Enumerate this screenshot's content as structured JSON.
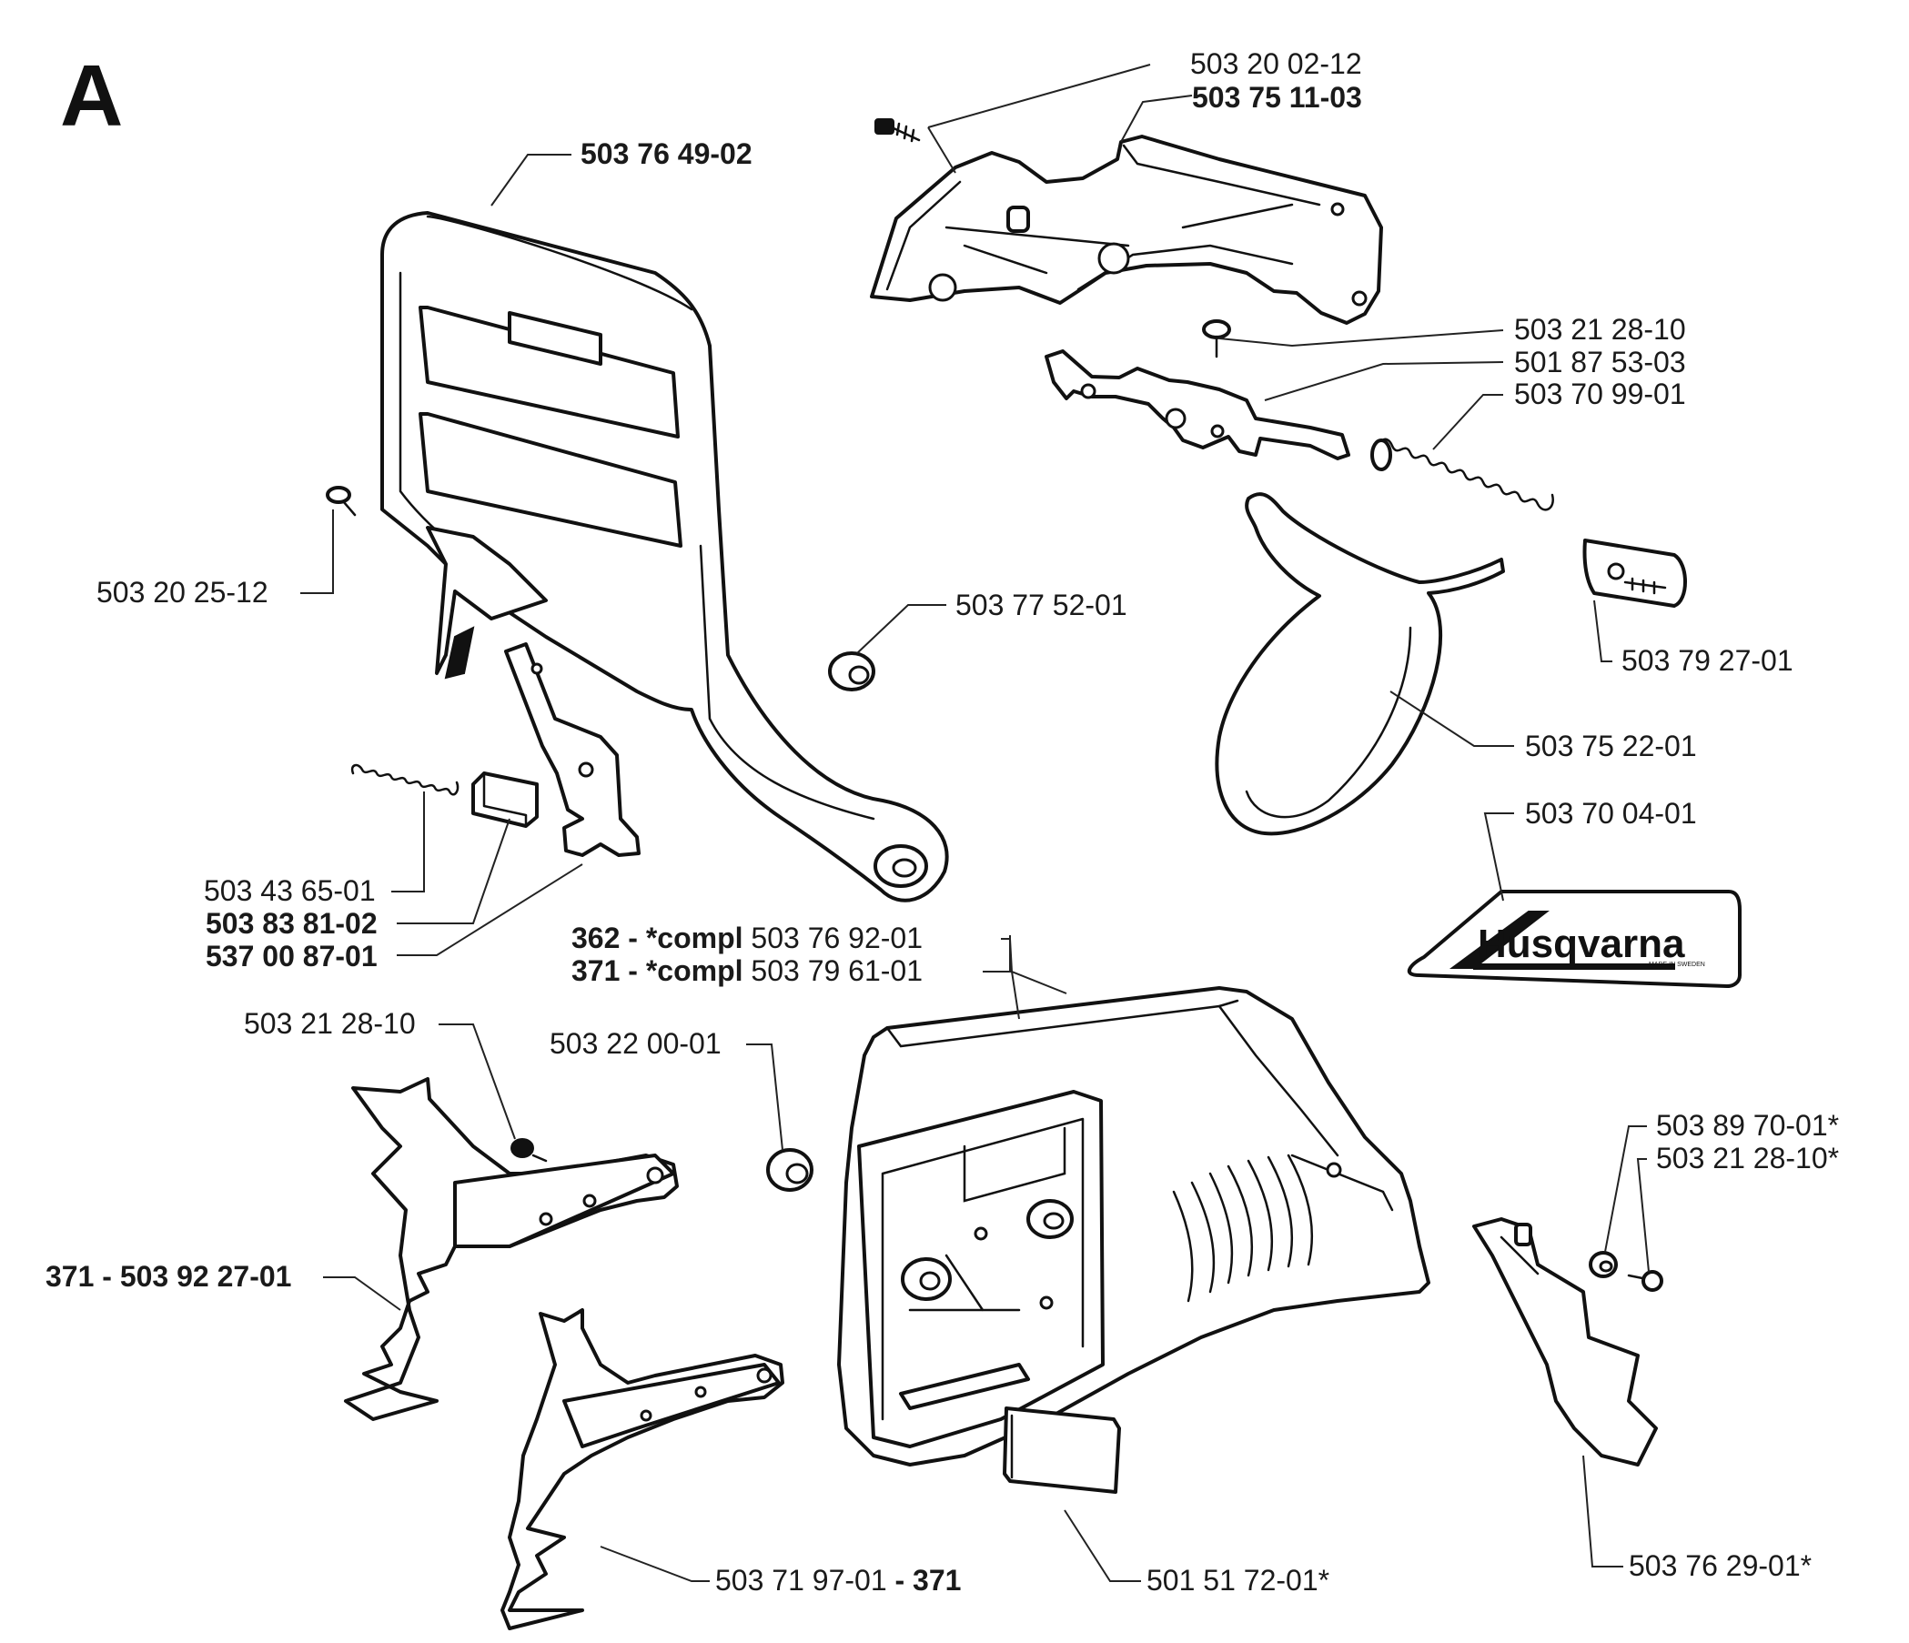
{
  "diagram": {
    "section_letter": "A",
    "labels": {
      "p503200212": "503 20 02-12",
      "p503751103": "503 75 11-03",
      "p503764902": "503 76 49-02",
      "p503212810_top": "503 21 28-10",
      "p501875303": "501 87 53-03",
      "p503709901": "503 70 99-01",
      "p503202512": "503 20 25-12",
      "p503775201": "503 77 52-01",
      "p503792701": "503 79 27-01",
      "p503752201": "503 75 22-01",
      "p503700401": "503 70 04-01",
      "p503436501": "503 43 65-01",
      "p503838102": "503 83 81-02",
      "p537008701": "537 00 87-01",
      "compl362_prefix": "362 - *compl",
      "compl362_part": " 503 76 92-01",
      "compl371_prefix": "371 - *compl",
      "compl371_part": " 503 79 61-01",
      "p503212810_left": "503 21 28-10",
      "p503220001": "503 22 00-01",
      "p503897001": "503 89 70-01*",
      "p503212810_right": "503 21 28-10*",
      "p503922701": "371 - 503 92 27-01",
      "p503719701_part": "503 71 97-01",
      "p503719701_suffix": " - 371",
      "p501517201": "501 51 72-01*",
      "p503762901": "503 76 29-01*"
    },
    "decal": {
      "brand": "Husqvarna",
      "made_in": "MADE IN SWEDEN"
    }
  }
}
